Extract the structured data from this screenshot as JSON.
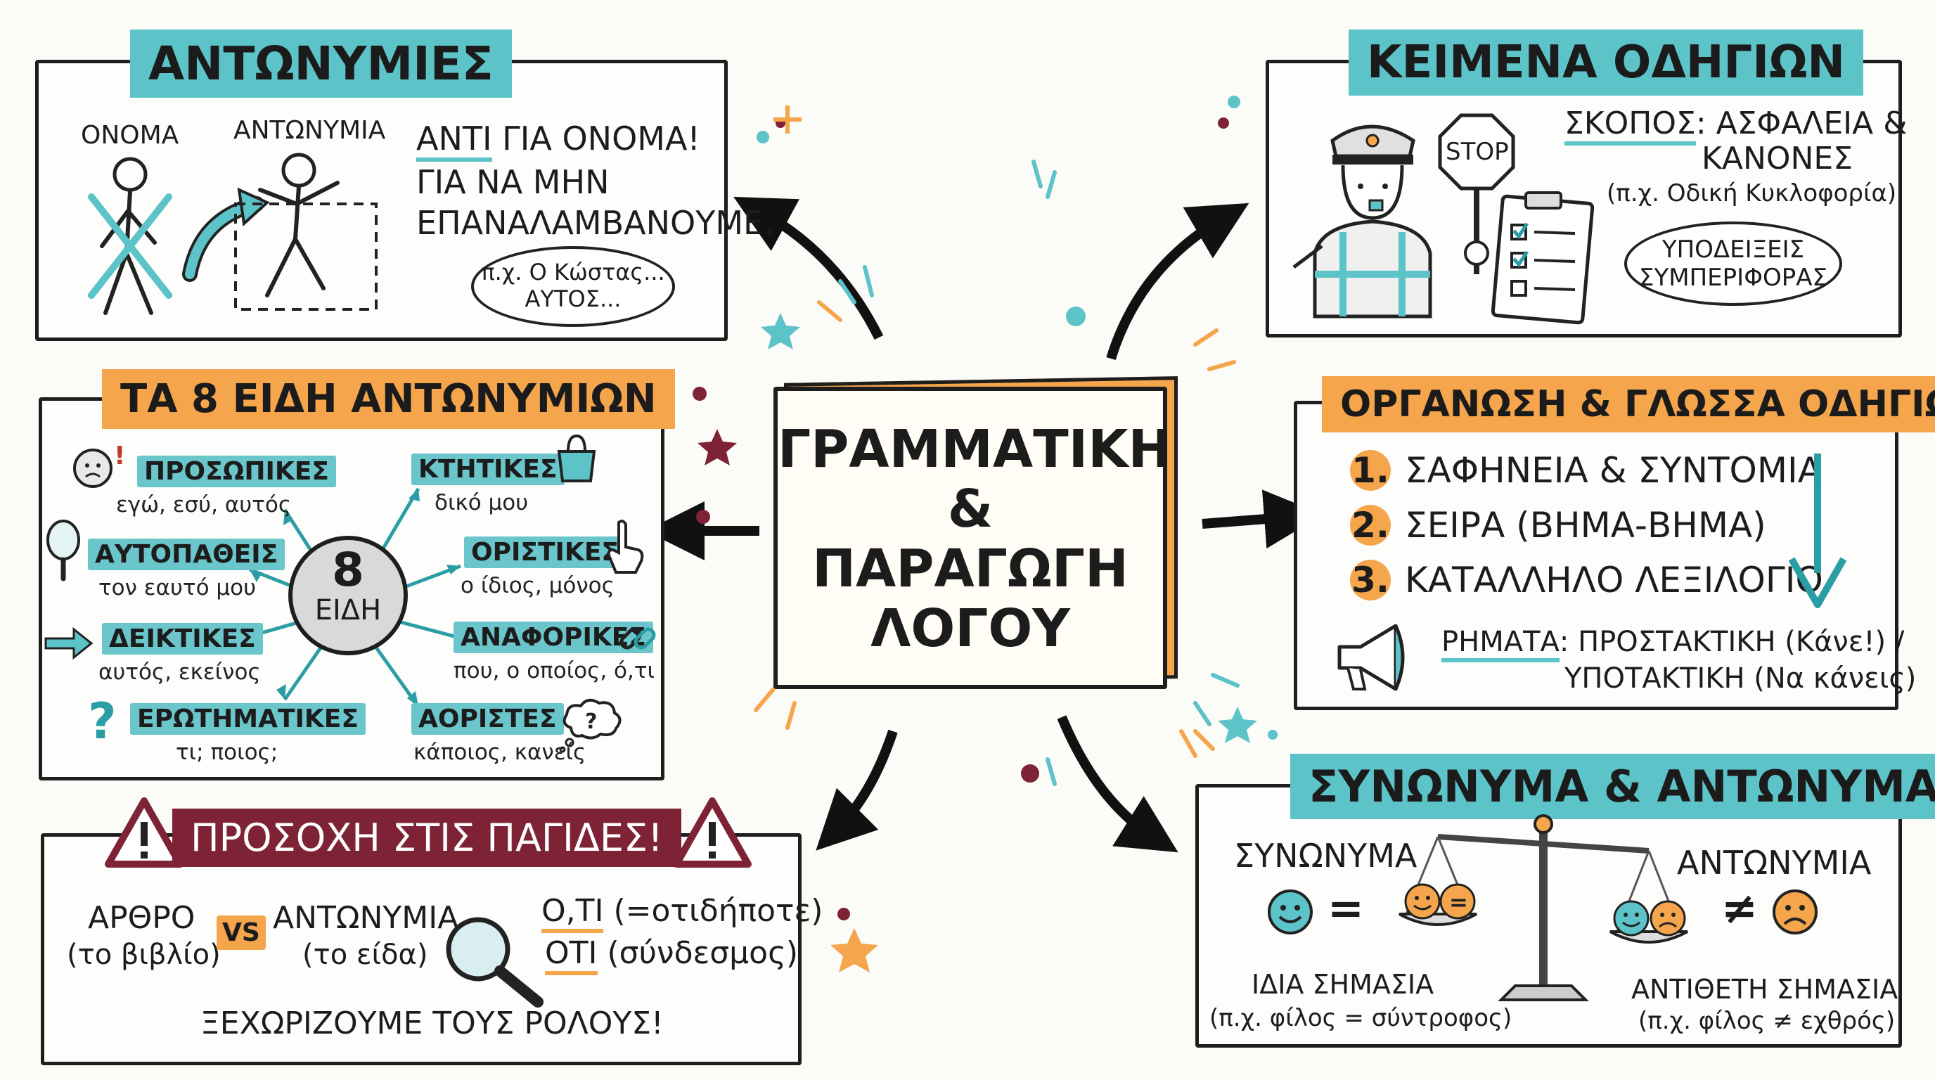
{
  "center": {
    "line1": "ΓΡΑΜΜΑΤΙΚΗ",
    "line2": "&",
    "line3": "ΠΑΡΑΓΩΓΗ",
    "line4": "ΛΟΓΟΥ"
  },
  "antonymies": {
    "title": "ΑΝΤΩΝΥΜΙΕΣ",
    "label_noun": "ΟΝΟΜΑ",
    "label_pronoun": "ΑΝΤΩΝΥΜΙΑ",
    "line1_a": "ΑΝΤΙ",
    "line1_b": " ΓΙΑ ΟΝΟΜΑ!",
    "line2": "ΓΙΑ ΝΑ ΜΗΝ",
    "line3": "ΕΠΑΝΑΛΑΜΒΑΝΟΥΜΕ.",
    "example1": "π.χ. Ο Κώστας...",
    "example2": "ΑΥΤΟΣ..."
  },
  "eidi": {
    "title": "ΤΑ 8 ΕΙΔΗ ΑΝΤΩΝΥΜΙΩΝ",
    "center1": "8",
    "center2": "ΕΙΔΗ",
    "items": [
      {
        "label": "ΠΡΟΣΩΠΙΚΕΣ",
        "example": "εγώ, εσύ, αυτός"
      },
      {
        "label": "ΑΥΤΟΠΑΘΕΙΣ",
        "example": "τον εαυτό μου"
      },
      {
        "label": "ΔΕΙΚΤΙΚΕΣ",
        "example": "αυτός, εκείνος"
      },
      {
        "label": "ΕΡΩΤΗΜΑΤΙΚΕΣ",
        "example": "τι; ποιος;"
      },
      {
        "label": "ΚΤΗΤΙΚΕΣ",
        "example": "δικό μου"
      },
      {
        "label": "ΟΡΙΣΤΙΚΕΣ",
        "example": "ο ίδιος, μόνος"
      },
      {
        "label": "ΑΝΑΦΟΡΙΚΕΣ",
        "example": "που, ο οποίος, ό,τι"
      },
      {
        "label": "ΑΟΡΙΣΤΕΣ",
        "example": "κάποιος, κανείς"
      }
    ]
  },
  "pagides": {
    "title": "ΠΡΟΣΟΧΗ ΣΤΙΣ ΠΑΓΙΔΕΣ!",
    "arthro": "ΑΡΘΡΟ",
    "arthro_ex": "(το βιβλίο)",
    "vs": "VS",
    "antonymia": "ΑΝΤΩΝΥΜΙΑ",
    "antonymia_ex": "(το είδα)",
    "oti1": "Ο,ΤΙ",
    "oti1_ex": " (=οτιδήποτε)",
    "oti2": "ΟΤΙ",
    "oti2_ex": " (σύνδεσμος)",
    "footer": "ΞΕΧΩΡΙΖΟΥΜΕ ΤΟΥΣ ΡΟΛΟΥΣ!"
  },
  "keimena": {
    "title": "ΚΕΙΜΕΝΑ ΟΔΗΓΙΩΝ",
    "stop": "STOP",
    "skopos_a": "ΣΚΟΠΟΣ",
    "skopos_b": ": ΑΣΦΑΛΕΙΑ &",
    "kanones": "ΚΑΝΟΝΕΣ",
    "example": "(π.χ. Οδική Κυκλοφορία)",
    "bubble1": "ΥΠΟΔΕΙΞΕΙΣ",
    "bubble2": "ΣΥΜΠΕΡΙΦΟΡΑΣ"
  },
  "organosi": {
    "title": "ΟΡΓΑΝΩΣΗ & ΓΛΩΣΣΑ ΟΔΗΓΙΩΝ",
    "items": [
      {
        "num": "1.",
        "text": "ΣΑΦΗΝΕΙΑ & ΣΥΝΤΟΜΙΑ"
      },
      {
        "num": "2.",
        "text": "ΣΕΙΡΑ (ΒΗΜΑ-ΒΗΜΑ)"
      },
      {
        "num": "3.",
        "text": "ΚΑΤΑΛΛΗΛΟ ΛΕΞΙΛΟΓΙΟ"
      }
    ],
    "rimata": "ΡΗΜΑΤΑ",
    "rimata_1": ": ΠΡΟΣΤΑΚΤΙΚΗ (Κάνε!) /",
    "rimata_2": "ΥΠΟΤΑΚΤΙΚΗ (Να κάνεις)"
  },
  "synonyma": {
    "title": "ΣΥΝΩΝΥΜΑ & ΑΝΤΩΝΥΜΑ",
    "synonyma": "ΣΥΝΩΝΥΜΑ",
    "antonymia": "ΑΝΤΩΝΥΜΙΑ",
    "same": "ΙΔΙΑ ΣΗΜΑΣΙΑ",
    "same_ex": "(π.χ. φίλος = σύντροφος)",
    "opp": "ΑΝΤΙΘΕΤΗ ΣΗΜΑΣΙΑ",
    "opp_ex": "(π.χ. φίλος ≠ εχθρός)",
    "eq": "=",
    "neq": "≠"
  },
  "colors": {
    "teal": "#5cc3c8",
    "orange": "#f5a54b",
    "maroon": "#7e2236",
    "ink": "#1e1e1e"
  },
  "icons": [
    "walking-person-icon",
    "jumping-person-icon",
    "police-officer-icon",
    "stop-sign-icon",
    "clipboard-icon",
    "megaphone-icon",
    "scale-icon",
    "magnifier-icon",
    "warning-icon",
    "smiley-icon",
    "sad-face-icon",
    "mirror-icon",
    "shopping-bag-icon",
    "pointing-hand-icon",
    "chain-link-icon",
    "thought-cloud-icon",
    "question-mark-icon"
  ]
}
